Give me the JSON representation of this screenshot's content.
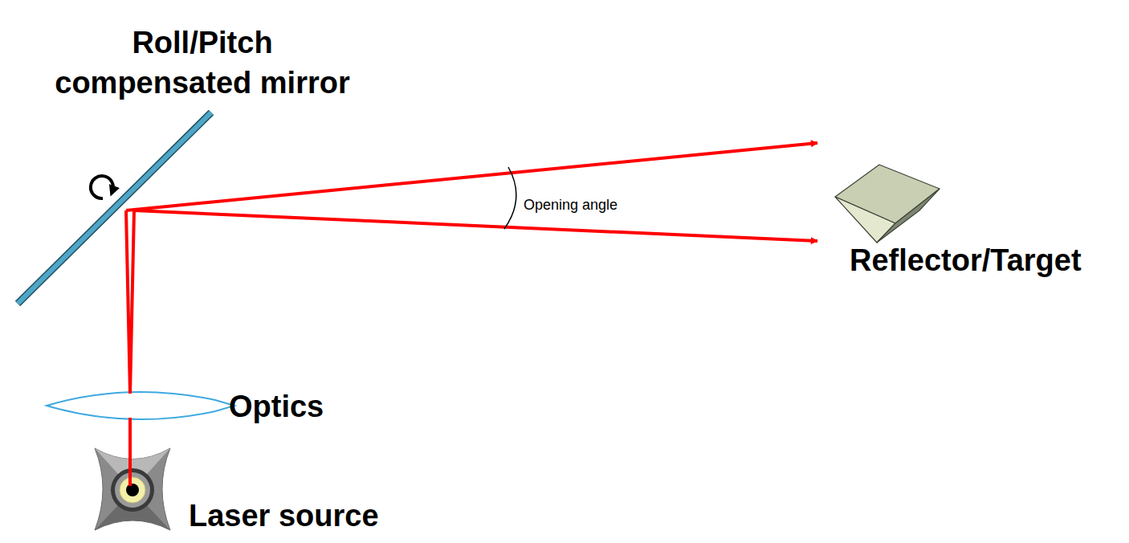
{
  "diagram": {
    "labels": [
      "Roll/Pitch compensated mirror",
      "Opening angle",
      "Reflector/Target",
      "Optics",
      "Laser source"
    ]
  }
}
